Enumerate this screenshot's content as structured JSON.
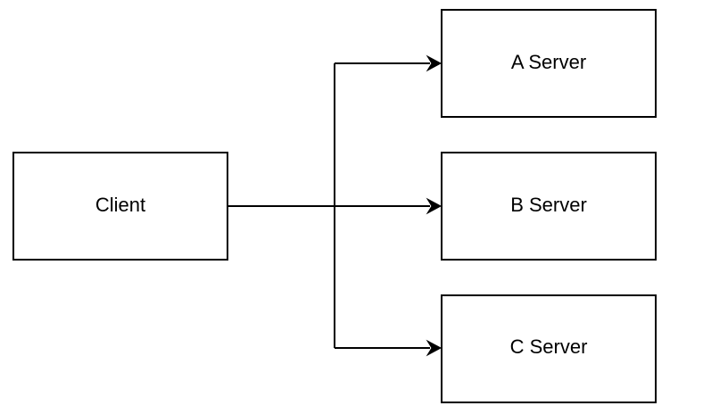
{
  "diagram": {
    "nodes": {
      "client": "Client",
      "server_a": "A Server",
      "server_b": "B Server",
      "server_c": "C Server"
    },
    "edges": [
      {
        "from": "client",
        "to": "server_a"
      },
      {
        "from": "client",
        "to": "server_b"
      },
      {
        "from": "client",
        "to": "server_c"
      }
    ]
  }
}
